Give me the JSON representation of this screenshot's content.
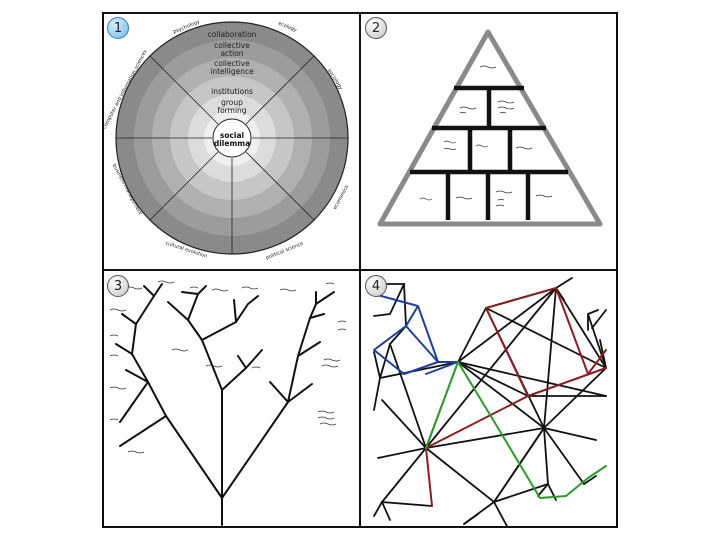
{
  "panels": [
    {
      "number": "1",
      "active": true
    },
    {
      "number": "2",
      "active": false
    },
    {
      "number": "3",
      "active": false
    },
    {
      "number": "4",
      "active": false
    }
  ],
  "wheel": {
    "rings": [
      "collaboration",
      "collective action",
      "collective intelligence",
      "institutions",
      "group forming",
      "social dilemma"
    ],
    "sectors": [
      "psychology",
      "ecology",
      "sociology",
      "economics",
      "political science",
      "cultural evolution",
      "business management",
      "computer and information sciences"
    ]
  },
  "network": {
    "edge_colors": {
      "blue": "#1f3f9a",
      "red": "#8b1f1f",
      "green": "#2c9a2c",
      "black": "#111111"
    }
  }
}
